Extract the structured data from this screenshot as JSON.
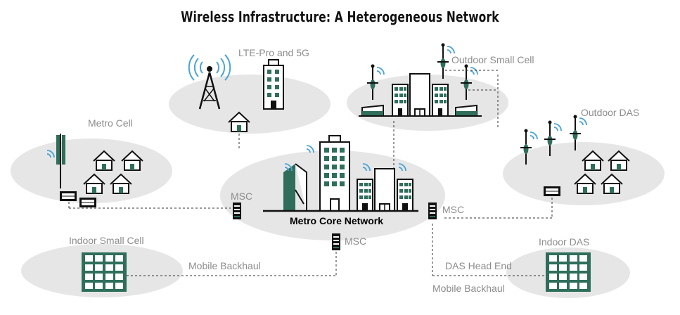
{
  "title": "Wireless Infrastructure: A Heterogeneous Network",
  "colors": {
    "accent": "#2e6e5b",
    "ellipse": "#e6e6e6",
    "label": "#8c8c8c",
    "wave": "#4aa3d6"
  },
  "labels": {
    "lte": "LTE-Pro and 5G",
    "outdoor_small_cell": "Outdoor Small Cell",
    "metro_cell": "Metro Cell",
    "outdoor_das": "Outdoor DAS",
    "metro_core": "Metro Core Network",
    "msc_left": "MSC",
    "msc_right": "MSC",
    "msc_bottom": "MSC",
    "indoor_small_cell": "Indoor Small Cell",
    "indoor_das": "Indoor DAS",
    "mobile_backhaul_left": "Mobile Backhaul",
    "mobile_backhaul_right": "Mobile Backhaul",
    "das_head_end": "DAS Head End"
  }
}
